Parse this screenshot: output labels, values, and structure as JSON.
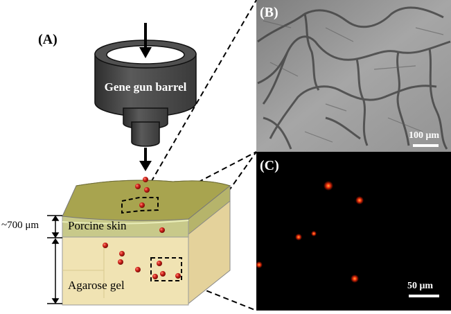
{
  "panels": {
    "a": {
      "label": "(A)",
      "barrel_text": "Gene gun barrel",
      "skin_text": "Porcine skin",
      "gel_text": "Agarose gel",
      "thickness_text": "~700 μm"
    },
    "b": {
      "label": "(B)",
      "scalebar_text": "100 μm"
    },
    "c": {
      "label": "(C)",
      "scalebar_text": "50 μm"
    }
  },
  "colors": {
    "barrel": "#4a4a4a",
    "skin_top": "#a9a651",
    "skin_side": "#c9c98a",
    "gel_front": "#efe2b0",
    "gel_side": "#e2cf95",
    "particle": "#c8201c",
    "fluorescence": "#ff3a10"
  }
}
